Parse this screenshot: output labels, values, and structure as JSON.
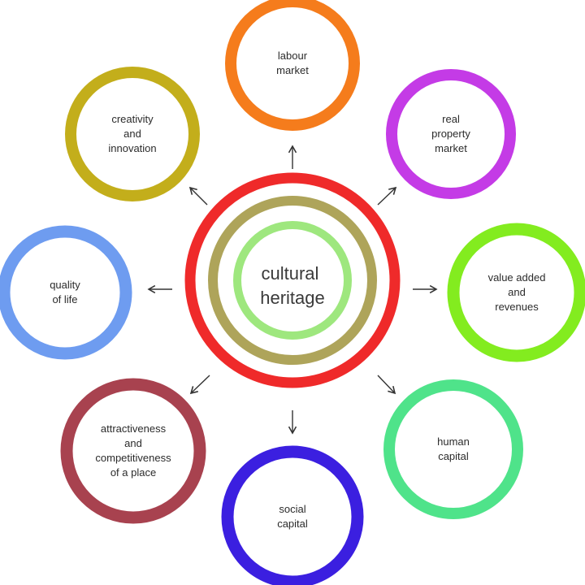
{
  "center": {
    "lines": [
      "cultural",
      "heritage"
    ],
    "ring_colors": [
      "#ef2a2a",
      "#aea45a",
      "#9ee77e"
    ]
  },
  "nodes": [
    {
      "id": "labour-market",
      "lines": [
        "labour",
        "market"
      ],
      "color": "#f57c1c"
    },
    {
      "id": "real-property-market",
      "lines": [
        "real",
        "property",
        "market"
      ],
      "color": "#c43be6"
    },
    {
      "id": "value-added-and-revenues",
      "lines": [
        "value added",
        "and",
        "revenues"
      ],
      "color": "#83ec1f"
    },
    {
      "id": "human-capital",
      "lines": [
        "human",
        "capital"
      ],
      "color": "#4fe38a"
    },
    {
      "id": "social-capital",
      "lines": [
        "social",
        "capital"
      ],
      "color": "#3b1fe0"
    },
    {
      "id": "attractiveness-and-competitiveness",
      "lines": [
        "attractiveness",
        "and",
        "competitiveness",
        "of a place"
      ],
      "color": "#a8424f"
    },
    {
      "id": "quality-of-life",
      "lines": [
        "quality",
        "of life"
      ],
      "color": "#6e9cf0"
    },
    {
      "id": "creativity-and-innovation",
      "lines": [
        "creativity",
        "and",
        "innovation"
      ],
      "color": "#c3ae1b"
    }
  ]
}
